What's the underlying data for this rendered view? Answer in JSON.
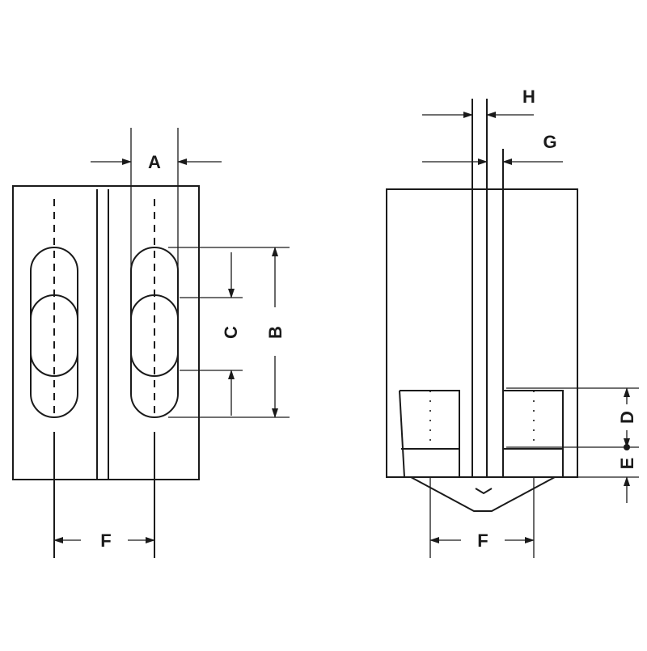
{
  "labels": {
    "A": "A",
    "B": "B",
    "C": "C",
    "D": "D",
    "E": "E",
    "F_front": "F",
    "F_side": "F",
    "G": "G",
    "H": "H"
  }
}
